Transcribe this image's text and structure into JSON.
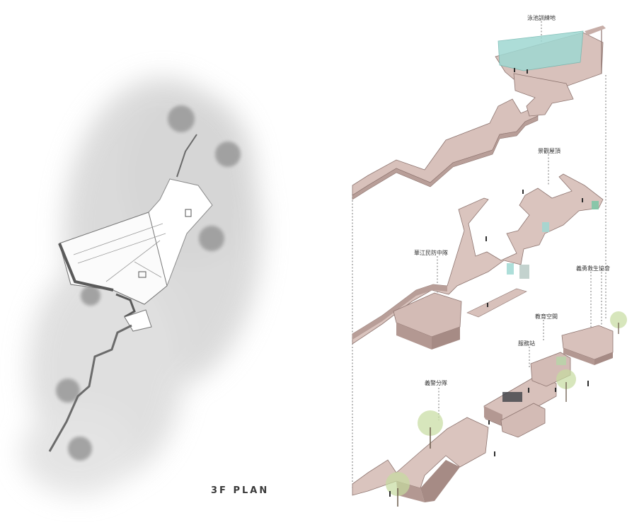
{
  "plan": {
    "title": "3F PLAN"
  },
  "labels": {
    "pool": "泳池訓練地",
    "roof_garden": "景觀屋頂",
    "civil_defense": "華江民防中隊",
    "education": "教育空間",
    "volunteer_fire": "義勇救生協會",
    "community": "服務站",
    "police": "義警分隊"
  },
  "colors": {
    "mass": "#d9c3bd",
    "mass_side": "#b99f99",
    "mass_edge": "#8e7570",
    "glass": "#9fd8d2",
    "fog": "#d6d6d6",
    "tree": "#c6dba0"
  }
}
